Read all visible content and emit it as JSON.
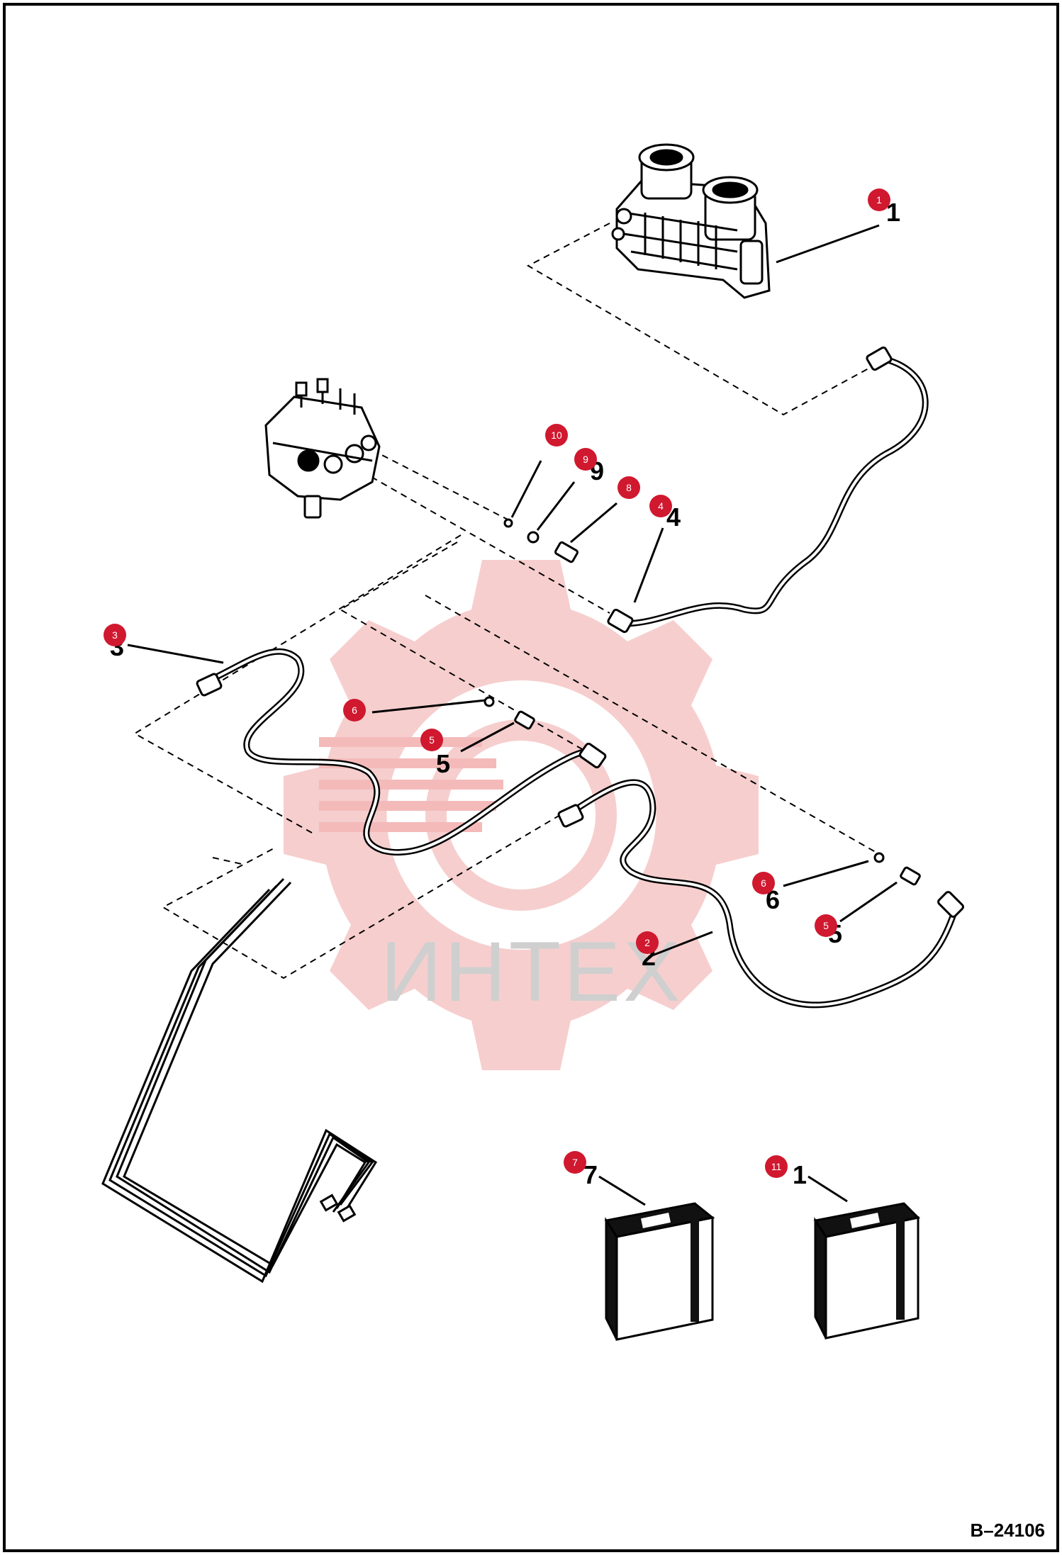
{
  "drawing": {
    "code": "B–24106"
  },
  "watermark": {
    "text": "ИНТЕХ",
    "gear_color": "#f6c9c9",
    "text_color": "#cfcfcf"
  },
  "callout_color": "#d0182f",
  "callouts": [
    {
      "id": "c1",
      "label": "1"
    },
    {
      "id": "c2",
      "label": "2"
    },
    {
      "id": "c3",
      "label": "3"
    },
    {
      "id": "c4",
      "label": "4"
    },
    {
      "id": "c5a",
      "label": "5"
    },
    {
      "id": "c5b",
      "label": "5"
    },
    {
      "id": "c6a",
      "label": "6"
    },
    {
      "id": "c6b",
      "label": "6"
    },
    {
      "id": "c7",
      "label": "7"
    },
    {
      "id": "c8",
      "label": "8"
    },
    {
      "id": "c9",
      "label": "9"
    },
    {
      "id": "c10",
      "label": "10"
    },
    {
      "id": "c11",
      "label": "11"
    }
  ],
  "drawn_numbers": {
    "n1": "1",
    "n2": "2",
    "n3": "3",
    "n4": "4",
    "n5a": "5",
    "n5b": "5",
    "n6": "6",
    "n7": "7",
    "n9": "9",
    "n11": "1"
  }
}
